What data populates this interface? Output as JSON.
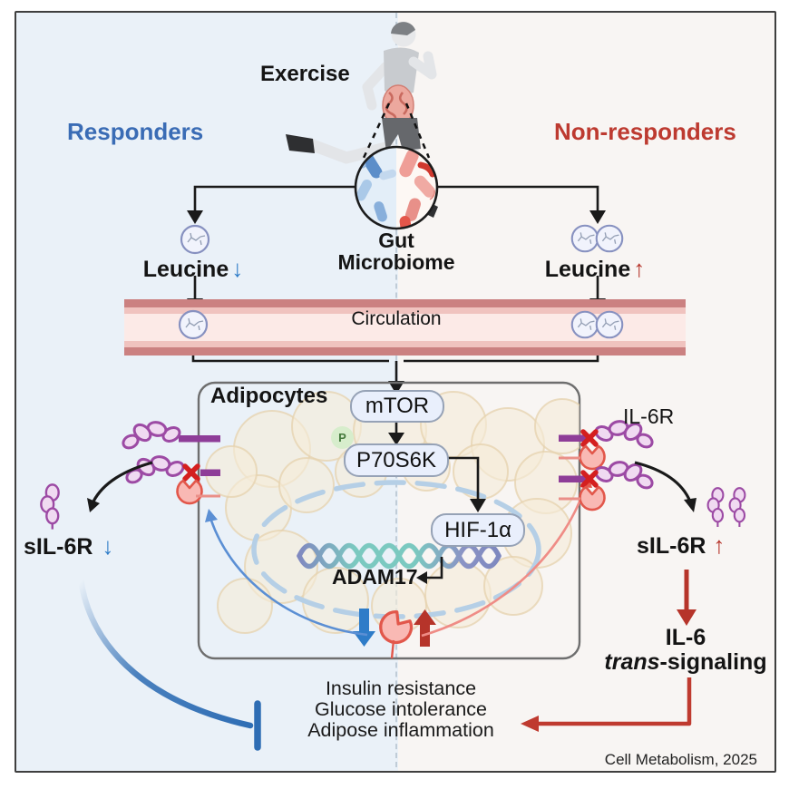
{
  "colors": {
    "responders_blue": "#3a6cb5",
    "non_responders_red": "#bd3a30",
    "inhibition_blue": "#2e6db4",
    "signal_red": "#bf3a2f",
    "vessel_pink": "#cb8181",
    "pill_fill": "#e9effc",
    "receptor_purple": "#9c4aa4",
    "sheddase_pink": "#f9b9b4",
    "left_bg": "#eaf1f8",
    "right_bg": "#f8f5f3"
  },
  "top": {
    "exercise": "Exercise",
    "responders": "Responders",
    "non_responders": "Non-responders",
    "gut1": "Gut",
    "gut2": "Microbiome"
  },
  "leucine": {
    "label": "Leucine",
    "down": "↓",
    "up": "↑"
  },
  "circulation": {
    "label": "Circulation"
  },
  "adipocytes": {
    "title": "Adipocytes",
    "mtor": "mTOR",
    "p": "P",
    "p70s6k": "P70S6K",
    "hif1a": "HIF-1α",
    "adam17": "ADAM17"
  },
  "left": {
    "sil6r": "sIL-6R",
    "down": "↓"
  },
  "right": {
    "il6r": "IL-6R",
    "sil6r": "sIL-6R",
    "up": "↑",
    "il6": "IL-6",
    "trans": "trans",
    "signaling": "-signaling"
  },
  "outcomes": {
    "l1": "Insulin resistance",
    "l2": "Glucose intolerance",
    "l3": "Adipose inflammation"
  },
  "credit": "Cell Metabolism, 2025"
}
